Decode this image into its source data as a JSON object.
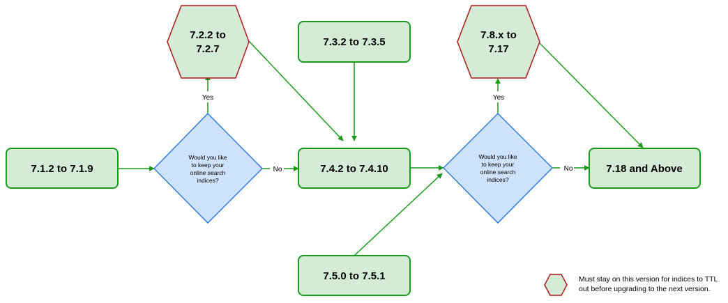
{
  "nodes": {
    "v712": "7.1.2 to 7.1.9",
    "v722": [
      "7.2.2 to",
      "7.2.7"
    ],
    "v732": "7.3.2 to 7.3.5",
    "v742": "7.4.2 to 7.4.10",
    "v750": "7.5.0 to 7.5.1",
    "v78x": [
      "7.8.x to",
      "7.17"
    ],
    "v718": "7.18 and Above"
  },
  "questions": {
    "q1": [
      "Would you like",
      "to keep your",
      "online search",
      "indices?"
    ],
    "q2": [
      "Would you like",
      "to keep your",
      "online search",
      "indices?"
    ]
  },
  "edge_labels": {
    "q1_yes": "Yes",
    "q1_no": "No",
    "q2_yes": "Yes",
    "q2_no": "No"
  },
  "legend": {
    "lines": [
      "Must stay on this version for indices to TTL",
      "out before upgrading to the next version."
    ]
  },
  "colors": {
    "box_fill": "#d4ebd6",
    "box_stroke": "#1a9a1a",
    "hex_stroke": "#b01818",
    "diamond_fill": "#cfe2fb",
    "diamond_stroke": "#2f7fe0",
    "arrow": "#1a9a1a"
  }
}
